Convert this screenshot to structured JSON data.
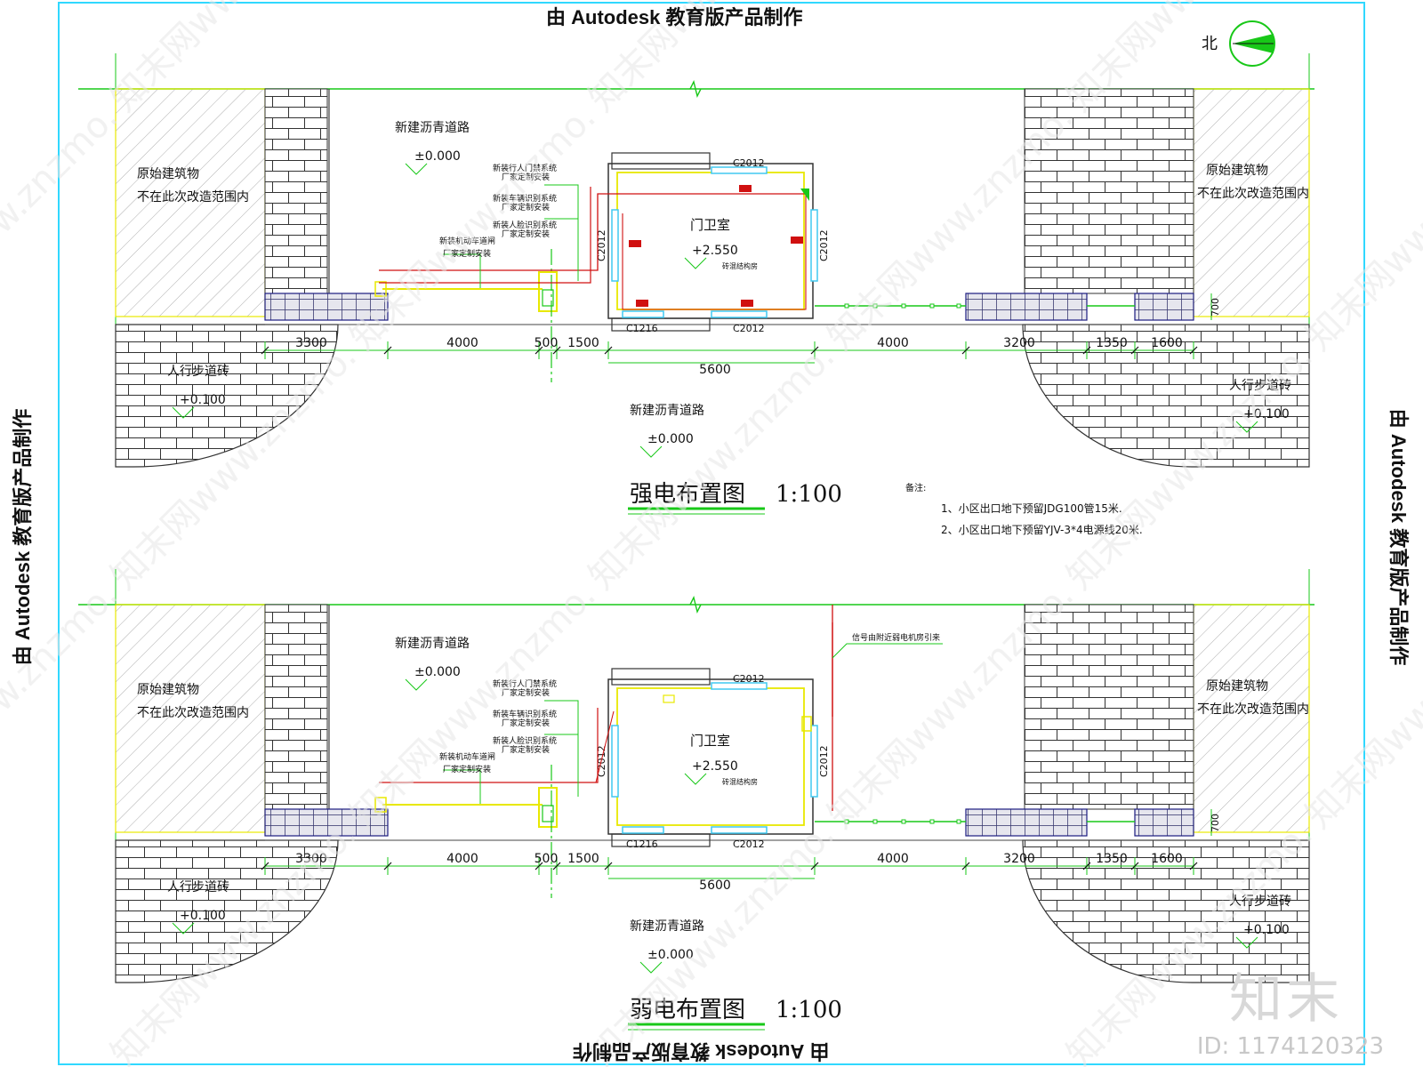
{
  "banner": {
    "top": "由 Autodesk 教育版产品制作",
    "bottom": "由 Autodesk 教育版产品制作",
    "left": "由 Autodesk 教育版产品制作",
    "right": "由 Autodesk 教育版产品制作"
  },
  "north": {
    "label": "北"
  },
  "plans": [
    {
      "title": "强电布置图",
      "scale": "1:100",
      "road_top": "新建沥青道路",
      "road_top_elev": "±0.000",
      "road_bottom": "新建沥青道路",
      "road_bottom_elev": "±0.000",
      "building_left_line1": "原始建筑物",
      "building_left_line2": "不在此次改造范围内",
      "building_right_line1": "原始建筑物",
      "building_right_line2": "不在此次改造范围内",
      "sidewalk_left": "人行步道砖",
      "sidewalk_left_elev": "+0.100",
      "sidewalk_right": "人行步道砖",
      "sidewalk_right_elev": "+0.100",
      "room_name": "门卫室",
      "room_elev": "+2.550",
      "room_note": "砖混结构房",
      "windows": {
        "top": "C2012",
        "left": "C2012",
        "right": "C2012",
        "bottom_left": "C1216",
        "bottom_right": "C2012"
      },
      "callouts": [
        "新装行人门禁系统",
        "厂家定制安装",
        "新装车辆识别系统",
        "厂家定制安装",
        "新装人脸识别系统",
        "厂家定制安装"
      ],
      "callout_gate_line1": "新装机动车道闸",
      "callout_gate_line2": "厂家定制安装",
      "dims": [
        "3300",
        "4000",
        "500",
        "1500",
        "5600",
        "4000",
        "3200",
        "1350",
        "1600",
        "700"
      ],
      "notes_title": "备注:",
      "notes": [
        "1、小区出口地下预留JDG100管15米.",
        "2、小区出口地下预留YJV-3*4电源线20米."
      ]
    },
    {
      "title": "弱电布置图",
      "scale": "1:100",
      "road_top": "新建沥青道路",
      "road_top_elev": "±0.000",
      "road_bottom": "新建沥青道路",
      "road_bottom_elev": "±0.000",
      "building_left_line1": "原始建筑物",
      "building_left_line2": "不在此次改造范围内",
      "building_right_line1": "原始建筑物",
      "building_right_line2": "不在此次改造范围内",
      "sidewalk_left": "人行步道砖",
      "sidewalk_left_elev": "+0.100",
      "sidewalk_right": "人行步道砖",
      "sidewalk_right_elev": "+0.100",
      "room_name": "门卫室",
      "room_elev": "+2.550",
      "room_note": "砖混结构房",
      "windows": {
        "top": "C2012",
        "left": "C2012",
        "right": "C2012",
        "bottom_left": "C1216",
        "bottom_right": "C2012"
      },
      "callouts": [
        "新装行人门禁系统",
        "厂家定制安装",
        "新装车辆识别系统",
        "厂家定制安装",
        "新装人脸识别系统",
        "厂家定制安装"
      ],
      "callout_gate_line1": "新装机动车道闸",
      "callout_gate_line2": "厂家定制安装",
      "callout_signal": "信号由附近弱电机房引来",
      "dims": [
        "3300",
        "4000",
        "500",
        "1500",
        "5600",
        "4000",
        "3200",
        "1350",
        "1600",
        "700"
      ]
    }
  ],
  "watermark": {
    "logo": "知末",
    "id": "ID: 1174120323"
  },
  "colors": {
    "green": "#18c818",
    "yellow": "#e8e800",
    "red": "#d01010",
    "cyan": "#40c8f0",
    "frame": "#30d8ff",
    "navy": "#1a1a80"
  }
}
